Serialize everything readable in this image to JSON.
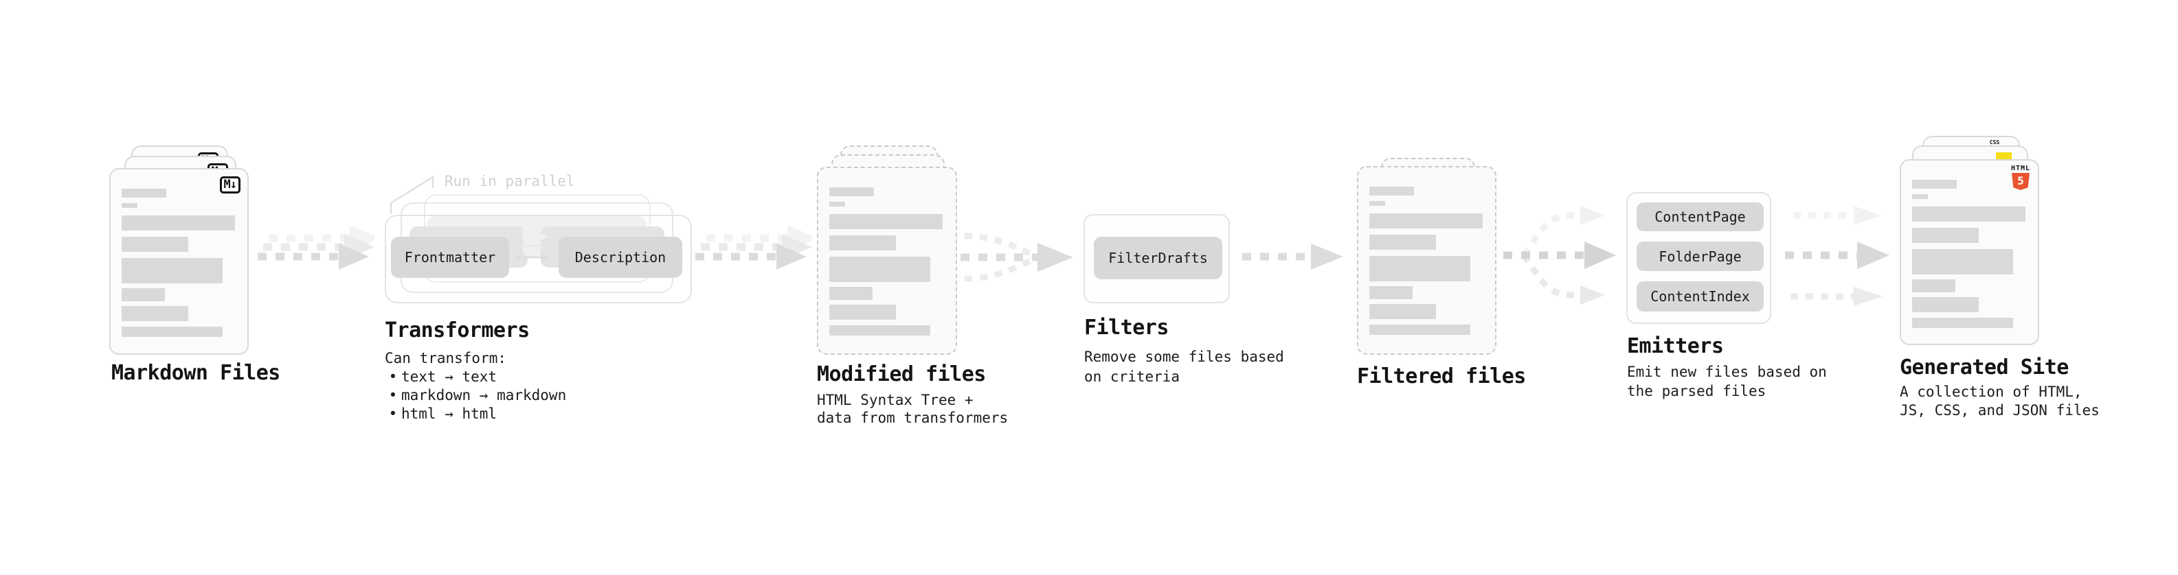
{
  "ui": {
    "bullet": "•"
  },
  "stages": {
    "markdown_files": {
      "title": "Markdown Files",
      "badge": "M↓"
    },
    "transformers": {
      "title": "Transformers",
      "annotation": "Run in parallel",
      "plugin_left": "Frontmatter",
      "plugin_right": "Description",
      "caption_heading": "Can transform:",
      "bullets": [
        "text → text",
        "markdown → markdown",
        "html → html"
      ]
    },
    "modified_files": {
      "title": "Modified files",
      "caption_lines": [
        "HTML Syntax Tree +",
        "data from transformers"
      ]
    },
    "filters": {
      "title": "Filters",
      "plugin": "FilterDrafts",
      "caption_lines": [
        "Remove some files based",
        "on criteria"
      ]
    },
    "filtered_files": {
      "title": "Filtered files"
    },
    "emitters": {
      "title": "Emitters",
      "plugins": [
        "ContentPage",
        "FolderPage",
        "ContentIndex"
      ],
      "caption_lines": [
        "Emit new files based on",
        "the parsed files"
      ]
    },
    "generated_site": {
      "title": "Generated Site",
      "caption_lines": [
        "A collection of HTML,",
        "JS, CSS, and JSON files"
      ],
      "badges": {
        "html_label": "HTML",
        "html_number": "5",
        "css_label": "CSS"
      }
    }
  },
  "colors": {
    "pill_gray": "#d8d8d8",
    "placeholder_gray": "#d9d9d9",
    "border_gray": "#d9d9d9",
    "arrow_gray": "#dbdbdb",
    "annotation_gray": "#d0d0d0",
    "html5_orange": "#e8542f",
    "js_yellow": "#f5de19",
    "css_blue": "#2962f1",
    "background": "#ffffff"
  }
}
